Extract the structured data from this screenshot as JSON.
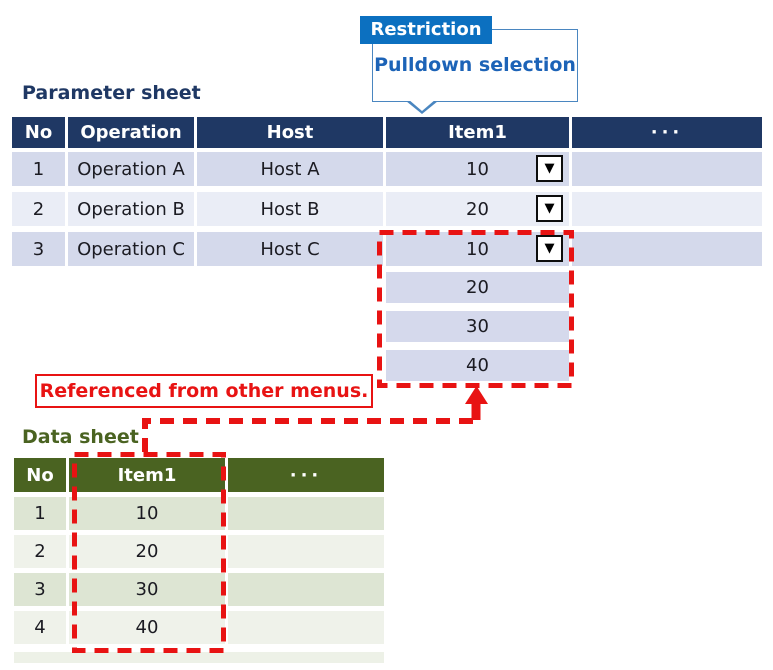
{
  "colors": {
    "navy": "#1F3864",
    "param-row-a": "#D4D9EB",
    "param-row-b": "#EAEDF6",
    "dropdown-cell": "#D5D9EC",
    "restriction-blue": "#0C70C0",
    "callout-border": "#4A86C0",
    "callout-text": "#1C63B7",
    "accent-red": "#E81313",
    "green": "#4A6321",
    "data-row-a": "#DDE5D3",
    "data-row-b": "#EFF2EA",
    "data-row-stub": "#EDF1E7",
    "cell-text": "#1B1B22"
  },
  "callout": {
    "tab_label": "Restriction",
    "bubble_text": "Pulldown selection"
  },
  "icons": {
    "dropdown_arrow": "▼"
  },
  "parameter_sheet": {
    "title": "Parameter sheet",
    "headers": [
      "No",
      "Operation",
      "Host",
      "Item1",
      "···"
    ],
    "rows": [
      {
        "no": "1",
        "operation": "Operation A",
        "host": "Host A",
        "item1": "10"
      },
      {
        "no": "2",
        "operation": "Operation B",
        "host": "Host B",
        "item1": "20"
      },
      {
        "no": "3",
        "operation": "Operation C",
        "host": "Host C",
        "item1": "10"
      }
    ],
    "dropdown_options": [
      "20",
      "30",
      "40"
    ]
  },
  "annotations": {
    "referenced_note": "Referenced from other menus."
  },
  "data_sheet": {
    "title": "Data sheet",
    "headers": [
      "No",
      "Item1",
      "···"
    ],
    "rows": [
      {
        "no": "1",
        "item1": "10"
      },
      {
        "no": "2",
        "item1": "20"
      },
      {
        "no": "3",
        "item1": "30"
      },
      {
        "no": "4",
        "item1": "40"
      }
    ]
  }
}
